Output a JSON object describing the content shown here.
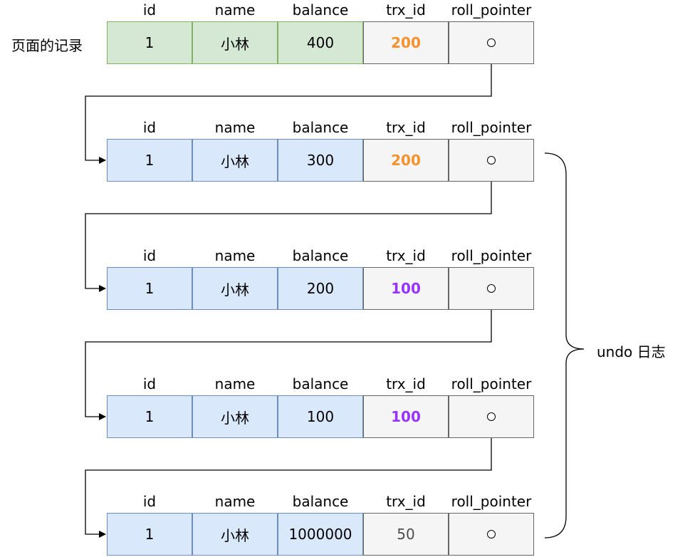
{
  "page_label": "页面的记录",
  "undo_label": "undo 日志",
  "columns": [
    "id",
    "name",
    "balance",
    "trx_id",
    "roll_pointer"
  ],
  "colors": {
    "orange": "#f5922e",
    "purple": "#9933ff",
    "grey_text": "#4d4d4d"
  },
  "rows": [
    {
      "id": "1",
      "name": "小林",
      "balance": "400",
      "trx_id": "200",
      "trx_color": "orange",
      "pointer": "circle"
    },
    {
      "id": "1",
      "name": "小林",
      "balance": "300",
      "trx_id": "200",
      "trx_color": "orange",
      "pointer": "circle"
    },
    {
      "id": "1",
      "name": "小林",
      "balance": "200",
      "trx_id": "100",
      "trx_color": "purple",
      "pointer": "circle"
    },
    {
      "id": "1",
      "name": "小林",
      "balance": "100",
      "trx_id": "100",
      "trx_color": "purple",
      "pointer": "circle"
    },
    {
      "id": "1",
      "name": "小林",
      "balance": "1000000",
      "trx_id": "50",
      "trx_color": "grey_text",
      "pointer": "circle"
    }
  ]
}
